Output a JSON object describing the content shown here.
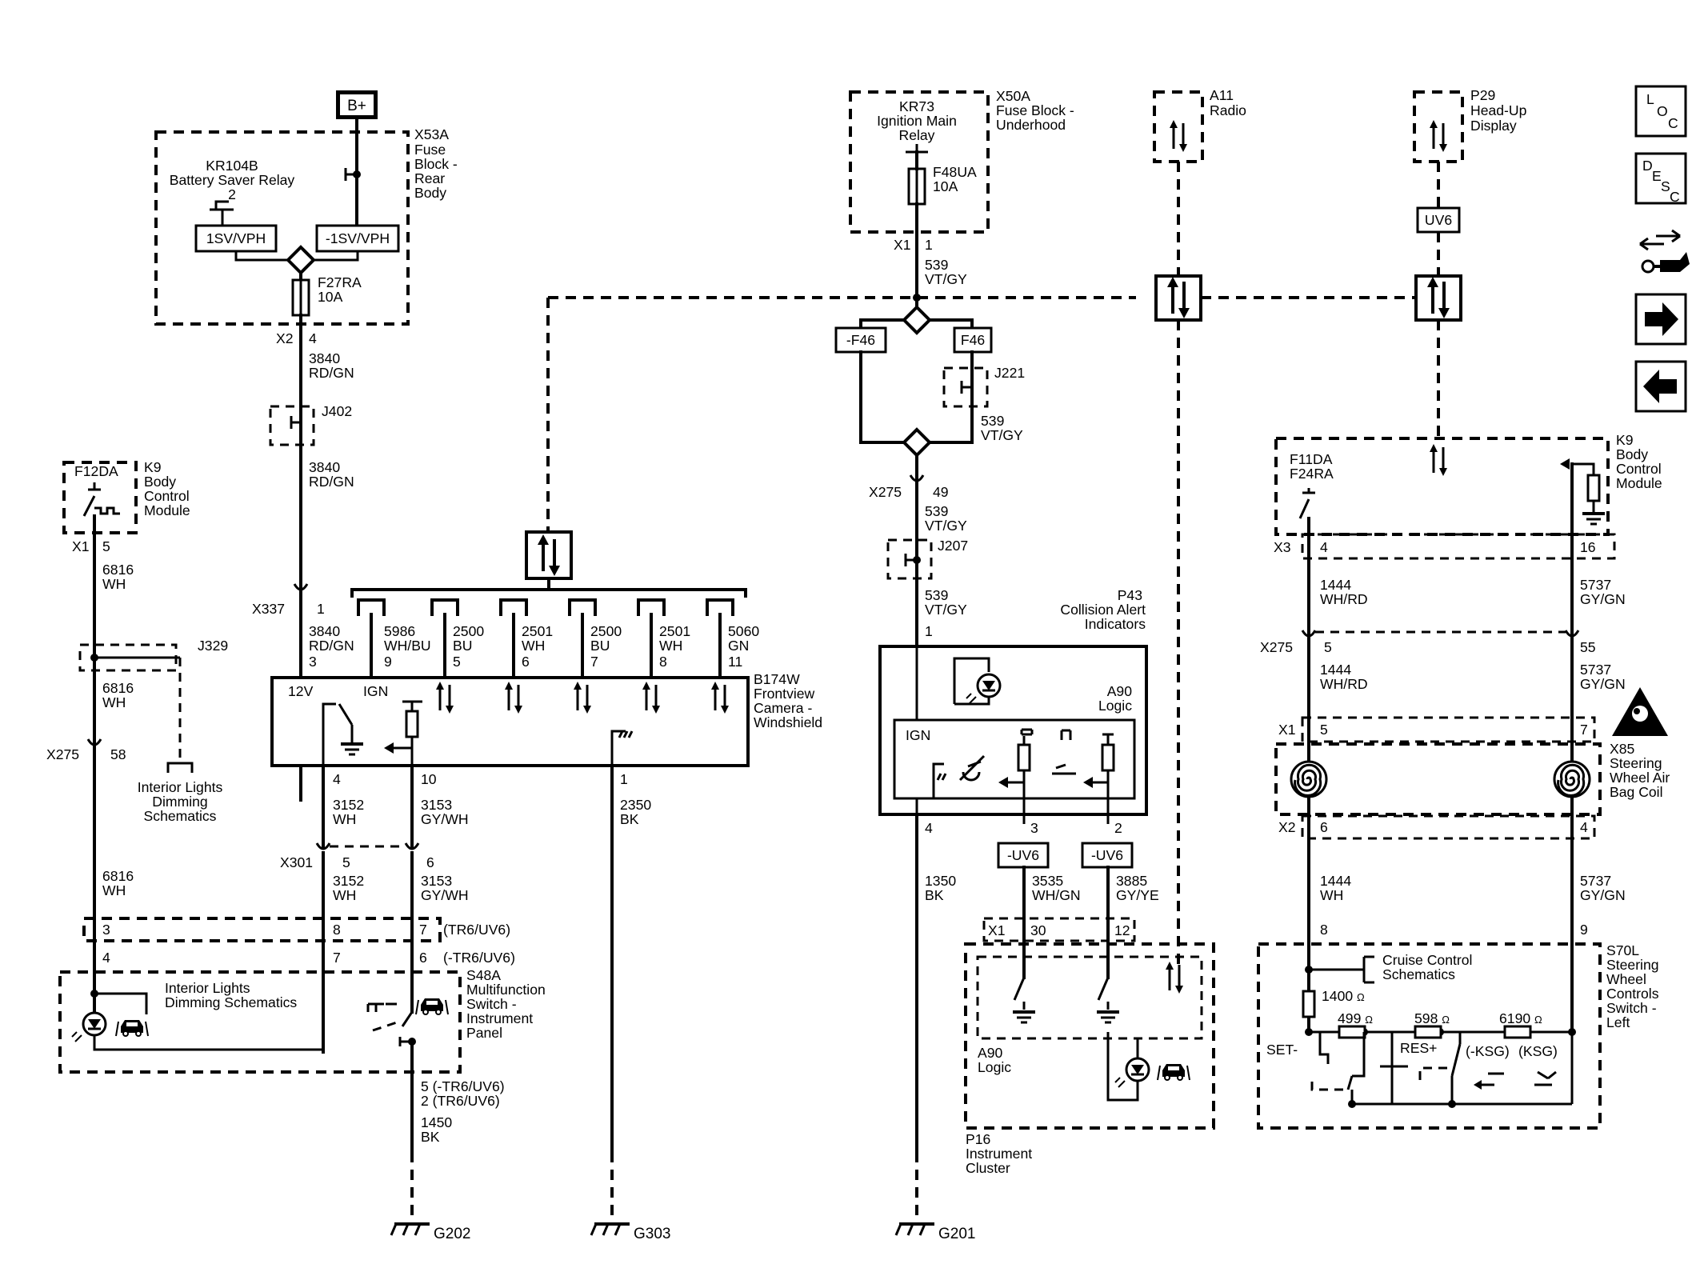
{
  "power": {
    "bplus": "B+"
  },
  "battery_saver": {
    "block_name": "X53A",
    "block_desc": [
      "Fuse",
      "Block -",
      "Rear",
      "Body"
    ],
    "relay_name": "KR104B",
    "relay_desc": "Battery Saver Relay",
    "relay_pin": "2",
    "tag_left": "1SV/VPH",
    "tag_right": "-1SV/VPH",
    "fuse_name": "F27RA",
    "fuse_rating": "10A",
    "conn": "X2",
    "pin": "4"
  },
  "wires": {
    "w3840a": [
      "3840",
      "RD/GN"
    ],
    "w3840b": [
      "3840",
      "RD/GN"
    ],
    "w3840c": [
      "3840",
      "RD/GN"
    ],
    "w5986": [
      "5986",
      "WH/BU"
    ],
    "w2500a": [
      "2500",
      "BU"
    ],
    "w2501a": [
      "2501",
      "WH"
    ],
    "w2500b": [
      "2500",
      "BU"
    ],
    "w2501b": [
      "2501",
      "WH"
    ],
    "w5060": [
      "5060",
      "GN"
    ],
    "w6816a": [
      "6816",
      "WH"
    ],
    "w6816b": [
      "6816",
      "WH"
    ],
    "w6816c": [
      "6816",
      "WH"
    ],
    "w3152a": [
      "3152",
      "WH"
    ],
    "w3152b": [
      "3152",
      "WH"
    ],
    "w3153a": [
      "3153",
      "GY/WH"
    ],
    "w3153b": [
      "3153",
      "GY/WH"
    ],
    "w2350": [
      "2350",
      "BK"
    ],
    "w1450": [
      "1450",
      "BK"
    ],
    "w539a": [
      "539",
      "VT/GY"
    ],
    "w539b": [
      "539",
      "VT/GY"
    ],
    "w539c": [
      "539",
      "VT/GY"
    ],
    "w539d": [
      "539",
      "VT/GY"
    ],
    "w1350": [
      "1350",
      "BK"
    ],
    "w3535": [
      "3535",
      "WH/GN"
    ],
    "w3885": [
      "3885",
      "GY/YE"
    ],
    "w1444a": [
      "1444",
      "WH/RD"
    ],
    "w1444b": [
      "1444",
      "WH/RD"
    ],
    "w1444c": [
      "1444",
      "WH"
    ],
    "w5737a": [
      "5737",
      "GY/GN"
    ],
    "w5737b": [
      "5737",
      "GY/GN"
    ],
    "w5737c": [
      "5737",
      "GY/GN"
    ]
  },
  "splices": {
    "j402": "J402",
    "j329": "J329",
    "j221": "J221",
    "j207": "J207"
  },
  "connectors": {
    "x337": "X337",
    "x337_pin": "1",
    "x275_left": "X275",
    "x275_left_pin": "58",
    "x301": "X301",
    "x301_pin_a": "5",
    "x301_pin_b": "6",
    "x275_mid": "X275",
    "x275_mid_pin": "49",
    "x1_ign": "X1",
    "x1_ign_pin": "1",
    "x1_bcm_left": "X1",
    "x1_bcm_left_pin": "5",
    "x3": "X3",
    "x3_pin_a": "4",
    "x3_pin_b": "16",
    "x275_right": "X275",
    "x275_right_pin_a": "5",
    "x275_right_pin_b": "55",
    "x1_coil": "X1",
    "x1_coil_pin_a": "5",
    "x1_coil_pin_b": "7",
    "x2_coil": "X2",
    "x2_coil_pin_a": "6",
    "x2_coil_pin_b": "4",
    "x1_cluster": "X1",
    "x1_cluster_pin_a": "30",
    "x1_cluster_pin_b": "12",
    "s70_pin_a": "8",
    "s70_pin_b": "9"
  },
  "bcm_left": {
    "fuse": "F12DA",
    "name": "K9",
    "desc": [
      "Body",
      "Control",
      "Module"
    ]
  },
  "interior_lights_ref": [
    "Interior Lights",
    "Dimming",
    "Schematics"
  ],
  "camera": {
    "name": "B174W",
    "desc": [
      "Frontview",
      "Camera -",
      "Windshield"
    ],
    "pin_12v": "12V",
    "pin_ign": "IGN",
    "pins": [
      "3",
      "9",
      "5",
      "6",
      "7",
      "8",
      "11"
    ],
    "pin_4": "4",
    "pin_10": "10",
    "pin_1": "1"
  },
  "switch_s48a": {
    "name": "S48A",
    "desc": [
      "Multifunction",
      "Switch -",
      "Instrument",
      "Panel"
    ],
    "opt_a": "(TR6/UV6)",
    "opt_b": "(-TR6/UV6)",
    "row1": [
      "3",
      "8",
      "7"
    ],
    "row2": [
      "4",
      "7",
      "6"
    ],
    "interior_ref": [
      "Interior Lights",
      "Dimming Schematics"
    ],
    "out_pins": [
      "5 (-TR6/UV6)",
      "2 (TR6/UV6)"
    ]
  },
  "grounds": {
    "g202": "G202",
    "g303": "G303",
    "g201": "G201"
  },
  "ignition": {
    "relay_name": "KR73",
    "relay_desc": [
      "Ignition Main",
      "Relay"
    ],
    "block_name": "X50A",
    "block_desc": [
      "Fuse Block -",
      "Underhood"
    ],
    "fuse_name": "F48UA",
    "fuse_rating": "10A",
    "tag_left": "-F46",
    "tag_right": "F46"
  },
  "collision": {
    "p43_name": "P43",
    "p43_desc": [
      "Collision Alert",
      "Indicators"
    ],
    "pin_top": "1",
    "a90": "A90",
    "a90_desc": "Logic",
    "ign": "IGN",
    "pin_4": "4",
    "pin_3": "3",
    "pin_2": "2",
    "tag_a": "-UV6",
    "tag_b": "-UV6"
  },
  "cluster": {
    "a90": "A90",
    "a90_desc": "Logic",
    "name": "P16",
    "desc": [
      "Instrument",
      "Cluster"
    ]
  },
  "radio": {
    "name": "A11",
    "desc": "Radio"
  },
  "hud": {
    "name": "P29",
    "desc": [
      "Head-Up",
      "Display"
    ],
    "tag": "UV6"
  },
  "bcm_right": {
    "fuses": [
      "F11DA",
      "F24RA"
    ],
    "name": "K9",
    "desc": [
      "Body",
      "Control",
      "Module"
    ]
  },
  "airbag": {
    "name": "X85",
    "desc": [
      "Steering",
      "Wheel Air",
      "Bag Coil"
    ]
  },
  "steering_switch": {
    "name": "S70L",
    "desc": [
      "Steering",
      "Wheel",
      "Controls",
      "Switch -",
      "Left"
    ],
    "cruise_ref": [
      "Cruise Control",
      "Schematics"
    ],
    "r1": "1400",
    "r2": "499",
    "r3": "598",
    "r4": "6190",
    "ohm": "Ω",
    "set": "SET-",
    "res": "RES+",
    "nksg": "(-KSG)",
    "ksg": "(KSG)"
  },
  "nav": {
    "loc": [
      "L",
      "O",
      "C"
    ],
    "desc": [
      "D",
      "E",
      "S",
      "C"
    ]
  }
}
